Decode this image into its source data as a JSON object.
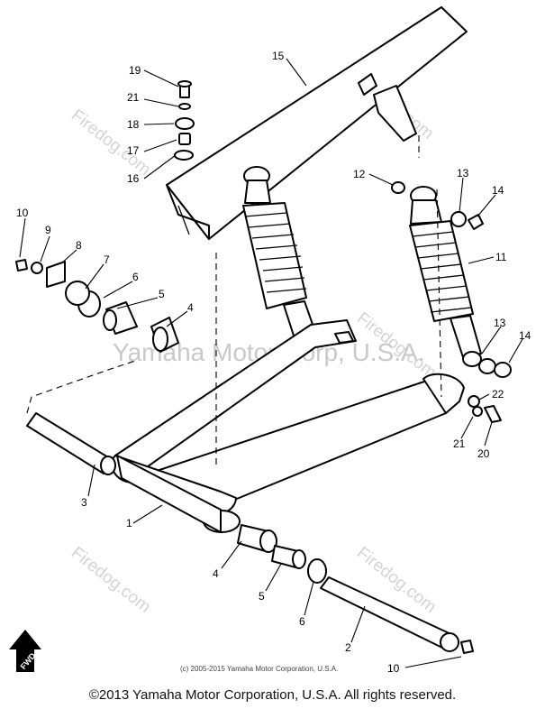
{
  "diagram": {
    "callouts": [
      {
        "id": "c19",
        "label": "19"
      },
      {
        "id": "c15",
        "label": "15"
      },
      {
        "id": "c21a",
        "label": "21"
      },
      {
        "id": "c18",
        "label": "18"
      },
      {
        "id": "c17",
        "label": "17"
      },
      {
        "id": "c16",
        "label": "16"
      },
      {
        "id": "c12",
        "label": "12"
      },
      {
        "id": "c13a",
        "label": "13"
      },
      {
        "id": "c14a",
        "label": "14"
      },
      {
        "id": "c10a",
        "label": "10"
      },
      {
        "id": "c9",
        "label": "9"
      },
      {
        "id": "c8",
        "label": "8"
      },
      {
        "id": "c7",
        "label": "7"
      },
      {
        "id": "c6a",
        "label": "6"
      },
      {
        "id": "c5a",
        "label": "5"
      },
      {
        "id": "c4a",
        "label": "4"
      },
      {
        "id": "c11",
        "label": "11"
      },
      {
        "id": "c13b",
        "label": "13"
      },
      {
        "id": "c14b",
        "label": "14"
      },
      {
        "id": "c22",
        "label": "22"
      },
      {
        "id": "c21b",
        "label": "21"
      },
      {
        "id": "c20",
        "label": "20"
      },
      {
        "id": "c3",
        "label": "3"
      },
      {
        "id": "c1",
        "label": "1"
      },
      {
        "id": "c4b",
        "label": "4"
      },
      {
        "id": "c5b",
        "label": "5"
      },
      {
        "id": "c6b",
        "label": "6"
      },
      {
        "id": "c2",
        "label": "2"
      },
      {
        "id": "c10b",
        "label": "10"
      }
    ],
    "fwd_label": "FWD",
    "watermark_main": "Yamaha Motor Corp, U.S.A.",
    "watermark_site": "Firedog.com",
    "watermark_symbol": "©",
    "inner_copyright": "(c) 2005-2015 Yamaha Motor Corporation, U.S.A."
  },
  "footer": {
    "copyright": "©2013 Yamaha Motor Corporation, U.S.A. All rights reserved."
  }
}
